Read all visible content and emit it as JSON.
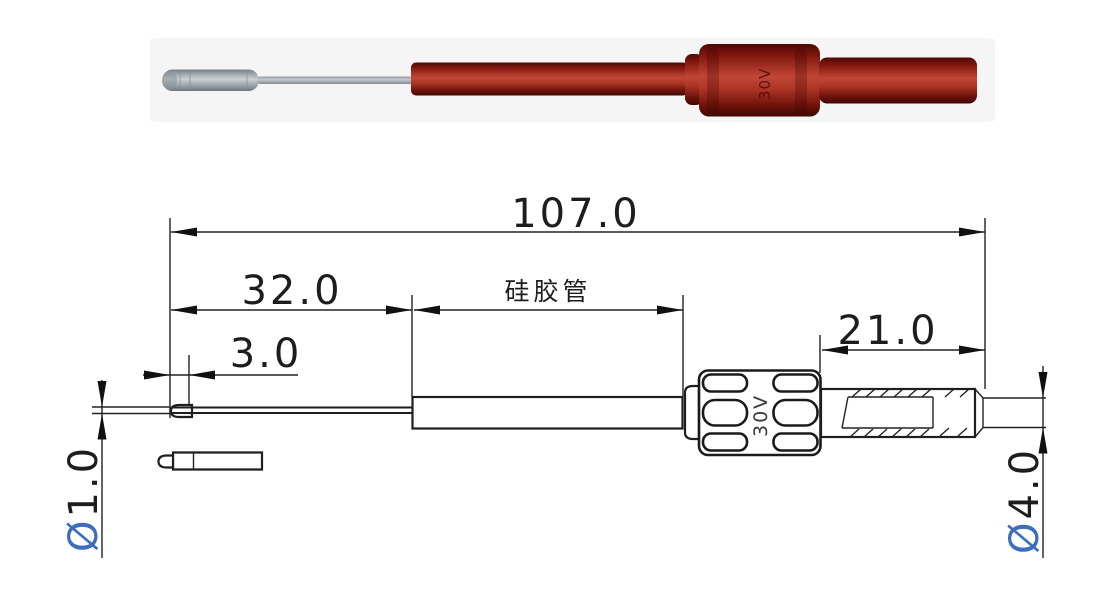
{
  "render": {
    "marking": "30V",
    "body_color": "#a02318",
    "tip_cap_color": "#b6bcc3",
    "shaft_color": "#b0b6bd"
  },
  "drawing": {
    "marking": "30V",
    "line_color": "#1e1e1e",
    "diameter_symbol_color": "#3d6cc0",
    "labels": {
      "overall_length": "107.0",
      "front_length": "32.0",
      "silicone_tube": "硅胶管",
      "tip_length": "3.0",
      "plug_length": "21.0",
      "diameter_symbol": "Ø",
      "tip_diameter": "1.0",
      "plug_diameter": "4.0"
    }
  }
}
